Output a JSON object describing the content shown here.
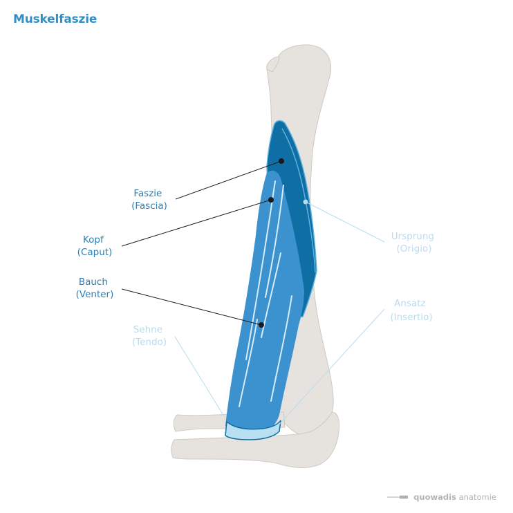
{
  "title": "Muskelfaszie",
  "labels": {
    "faszie": {
      "line1": "Faszie",
      "line2": "(Fascia)"
    },
    "kopf": {
      "line1": "Kopf",
      "line2": "(Caput)"
    },
    "bauch": {
      "line1": "Bauch",
      "line2": "(Venter)"
    },
    "sehne": {
      "line1": "Sehne",
      "line2": "(Tendo)"
    },
    "ursprung": {
      "line1": "Ursprung",
      "line2": "(Origio)"
    },
    "ansatz": {
      "line1": "Ansatz",
      "line2": "(Insertio)"
    }
  },
  "brand": {
    "bold": "quowadis",
    "rest": " anatomie"
  },
  "colors": {
    "accent": "#2f8fc7",
    "label_dark": "#2a7fb4",
    "label_light": "#b9dcee",
    "bone": "#e6e2de",
    "bone_outline": "#cfc9c4",
    "muscle_dark": "#0f6ea3",
    "muscle": "#3b92cf",
    "tendon": "#b9dff2"
  }
}
